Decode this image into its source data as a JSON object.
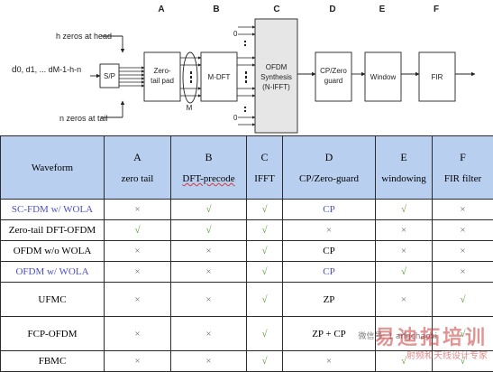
{
  "diagram": {
    "col_letters": [
      "A",
      "B",
      "C",
      "D",
      "E",
      "F"
    ],
    "inputs": {
      "head_label": "h zeros at head",
      "tail_label": "n zeros at tail",
      "data_prefix": "d",
      "data_symbols": "0, d1, ... dM-1-h-n",
      "zero": "0",
      "m_label": "M"
    },
    "blocks": {
      "sp": "S/P",
      "zero_tail_pad": [
        "Zero-",
        "tail pad"
      ],
      "mdft": "M-DFT",
      "ofdm": [
        "OFDM",
        "Synthesis",
        "(N-IFFT)"
      ],
      "cp": [
        "CP/Zero",
        "guard"
      ],
      "window": "Window",
      "fir": "FIR"
    }
  },
  "table": {
    "header": [
      {
        "top": "Waveform",
        "sub": ""
      },
      {
        "top": "A",
        "sub": "zero tail"
      },
      {
        "top": "B",
        "sub": "DFT-precode"
      },
      {
        "top": "C",
        "sub": "IFFT"
      },
      {
        "top": "D",
        "sub": "CP/Zero-guard"
      },
      {
        "top": "E",
        "sub": "windowing"
      },
      {
        "top": "F",
        "sub": "FIR filter"
      }
    ],
    "rows": [
      {
        "cells": [
          "SC-FDM w/ WOLA",
          "×",
          "√",
          "√",
          "CP",
          "√",
          "×"
        ],
        "color": "blue"
      },
      {
        "cells": [
          "Zero-tail DFT-OFDM",
          "√",
          "√",
          "√",
          "×",
          "×",
          "×"
        ]
      },
      {
        "cells": [
          "OFDM w/o WOLA",
          "×",
          "×",
          "√",
          "CP",
          "×",
          "×"
        ]
      },
      {
        "cells": [
          "OFDM w/ WOLA",
          "×",
          "×",
          "√",
          "CP",
          "√",
          "×"
        ],
        "color": "blue"
      },
      {
        "cells": [
          "UFMC",
          "×",
          "×",
          "√",
          "ZP",
          "×",
          "√"
        ],
        "tall": true
      },
      {
        "cells": [
          "FCP-OFDM",
          "×",
          "×",
          "√",
          "ZP + CP",
          "×",
          "√"
        ],
        "tall": true
      },
      {
        "cells": [
          "FBMC",
          "×",
          "×",
          "√",
          "×",
          "√",
          "√"
        ]
      }
    ]
  },
  "colors": {
    "header_bg": "#b9cff0",
    "blue_text": "#4b4fc2",
    "check_green": "#5b9a33",
    "cross_gray": "#6b6b6b",
    "ofdm_block_bg": "#e6e6e6",
    "watermark": "#c83c3c"
  },
  "watermark": {
    "brand": "易迪拓培训",
    "tagline": "射频和天线设计专家",
    "wechat": "微信号: 1 angchaoxi"
  }
}
